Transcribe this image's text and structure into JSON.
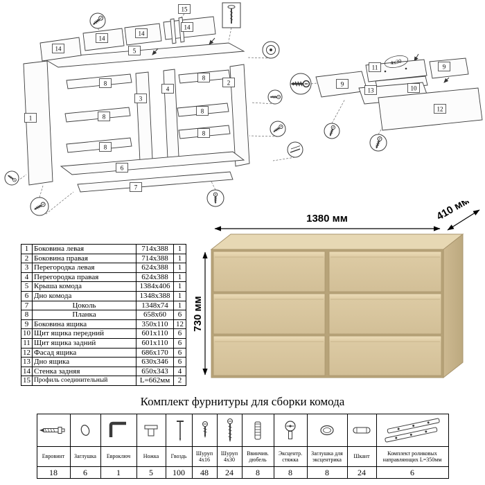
{
  "diagram": {
    "callouts": {
      "c1": "1",
      "c2": "2",
      "c3": "3",
      "c4": "4",
      "c5": "5",
      "c6": "6",
      "c7": "7",
      "c8": "8",
      "c9": "9",
      "c10": "10",
      "c11": "11",
      "c12": "12",
      "c13": "13",
      "c14": "14",
      "c15": "15"
    },
    "screw_note": "4x30"
  },
  "product": {
    "dimensions": {
      "width": "1380 мм",
      "depth": "410 мм",
      "height": "730 мм"
    },
    "colors": {
      "wood_front": "#d8c5a0",
      "wood_side": "#c4b089",
      "wood_top": "#e7d8b4"
    }
  },
  "parts_table": {
    "rows": [
      {
        "num": "1",
        "name": "Боковина левая",
        "size": "714x388",
        "qty": "1"
      },
      {
        "num": "2",
        "name": "Боковина правая",
        "size": "714x388",
        "qty": "1"
      },
      {
        "num": "3",
        "name": "Перегородка левая",
        "size": "624x388",
        "qty": "1"
      },
      {
        "num": "4",
        "name": "Перегородка правая",
        "size": "624x388",
        "qty": "1"
      },
      {
        "num": "5",
        "name": "Крыша комода",
        "size": "1384x406",
        "qty": "1"
      },
      {
        "num": "6",
        "name": "Дно комода",
        "size": "1348x388",
        "qty": "1"
      },
      {
        "num": "7",
        "name": "Цоколь",
        "size": "1348x74",
        "qty": "1"
      },
      {
        "num": "8",
        "name": "Планка",
        "size": "658x60",
        "qty": "6"
      },
      {
        "num": "9",
        "name": "Боковина ящика",
        "size": "350x110",
        "qty": "12"
      },
      {
        "num": "10",
        "name": "Щит ящика передний",
        "size": "601x110",
        "qty": "6"
      },
      {
        "num": "11",
        "name": "Щит ящика задний",
        "size": "601x110",
        "qty": "6"
      },
      {
        "num": "12",
        "name": "Фасад ящика",
        "size": "686x170",
        "qty": "6"
      },
      {
        "num": "13",
        "name": "Дно ящика",
        "size": "630x346",
        "qty": "6"
      },
      {
        "num": "14",
        "name": "Стенка задняя",
        "size": "650x343",
        "qty": "4"
      },
      {
        "num": "15",
        "name": "Профиль соединительный",
        "size": "L=662мм",
        "qty": "2"
      }
    ]
  },
  "hardware": {
    "title": "Комплект фурнитуры для сборки комода",
    "items": [
      {
        "name": "Евровинт",
        "qty": "18",
        "icon": "confirmat-screw-icon"
      },
      {
        "name": "Заглушка",
        "qty": "6",
        "icon": "plug-icon"
      },
      {
        "name": "Евроключ",
        "qty": "1",
        "icon": "hex-key-icon"
      },
      {
        "name": "Ножка",
        "qty": "5",
        "icon": "leg-icon"
      },
      {
        "name": "Гвоздь",
        "qty": "100",
        "icon": "nail-icon"
      },
      {
        "name": "Шуруп 4x16",
        "qty": "48",
        "icon": "screw-short-icon"
      },
      {
        "name": "Шуруп 4x30",
        "qty": "24",
        "icon": "screw-long-icon"
      },
      {
        "name": "Ввинчив. дюбель",
        "qty": "8",
        "icon": "screw-dowel-icon"
      },
      {
        "name": "Эксцентр. стяжка",
        "qty": "8",
        "icon": "cam-lock-icon"
      },
      {
        "name": "Заглушка для эксцентрика",
        "qty": "8",
        "icon": "cam-cover-icon"
      },
      {
        "name": "Шкант",
        "qty": "24",
        "icon": "wood-dowel-icon"
      },
      {
        "name": "Комплект роликовых направляющих L=350мм",
        "qty": "6",
        "icon": "roller-slides-icon"
      }
    ]
  }
}
